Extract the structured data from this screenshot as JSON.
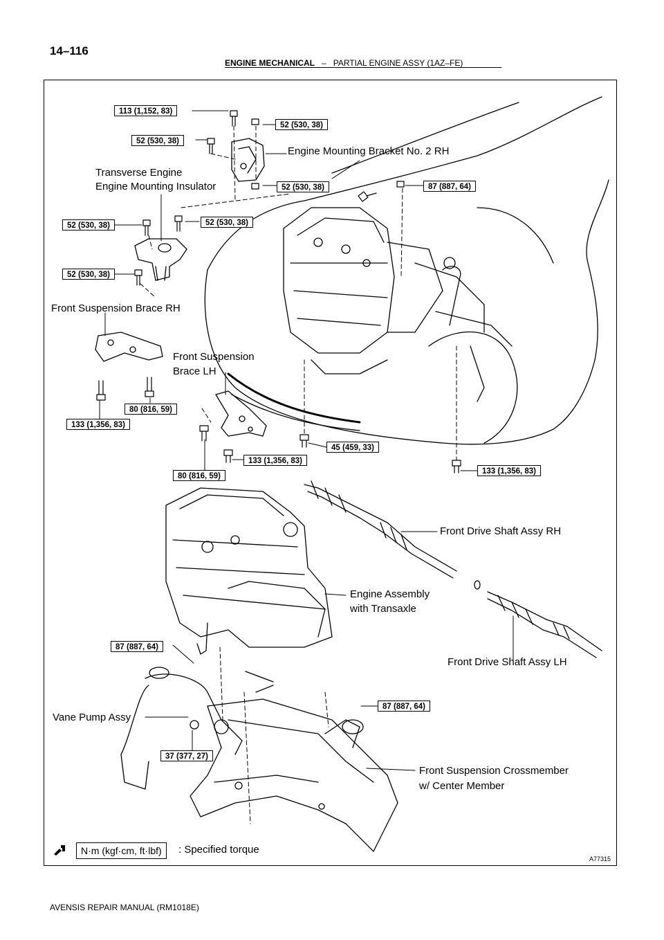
{
  "header": {
    "page_number": "14–116",
    "section": "ENGINE MECHANICAL",
    "separator": "–",
    "subsection": "PARTIAL ENGINE ASSY (1AZ–FE)"
  },
  "figure_id": "A77315",
  "footer": "AVENSIS REPAIR MANUAL   (RM1018E)",
  "legend": {
    "unit_box": "N·m (kgf·cm, ft·lbf)",
    "text": ": Specified torque",
    "icon": "torque-wrench-icon"
  },
  "torques": {
    "t1": "113 (1,152, 83)",
    "t2": "52 (530, 38)",
    "t3": "52 (530, 38)",
    "t4": "52 (530, 38)",
    "t5": "87 (887, 64)",
    "t6": "52 (530, 38)",
    "t7": "52 (530, 38)",
    "t8": "52 (530, 38)",
    "t9": "80 (816, 59)",
    "t10": "133 (1,356, 83)",
    "t11": "45 (459, 33)",
    "t12": "133 (1,356, 83)",
    "t13": "80 (816, 59)",
    "t14": "133 (1,356, 83)",
    "t15": "87 (887, 64)",
    "t16": "87 (887, 64)",
    "t17": "37 (377, 27)"
  },
  "labels": {
    "bracket": "Engine Mounting Bracket No. 2 RH",
    "insulator_1": "Transverse Engine",
    "insulator_2": "Engine Mounting Insulator",
    "brace_rh": "Front Suspension Brace RH",
    "brace_lh_1": "Front Suspension",
    "brace_lh_2": "Brace LH",
    "shaft_rh": "Front Drive Shaft Assy RH",
    "engine_1": "Engine Assembly",
    "engine_2": "with Transaxle",
    "shaft_lh": "Front Drive Shaft Assy LH",
    "vane_pump": "Vane Pump Assy",
    "crossmember_1": "Front Suspension Crossmember",
    "crossmember_2": "w/ Center Member"
  }
}
